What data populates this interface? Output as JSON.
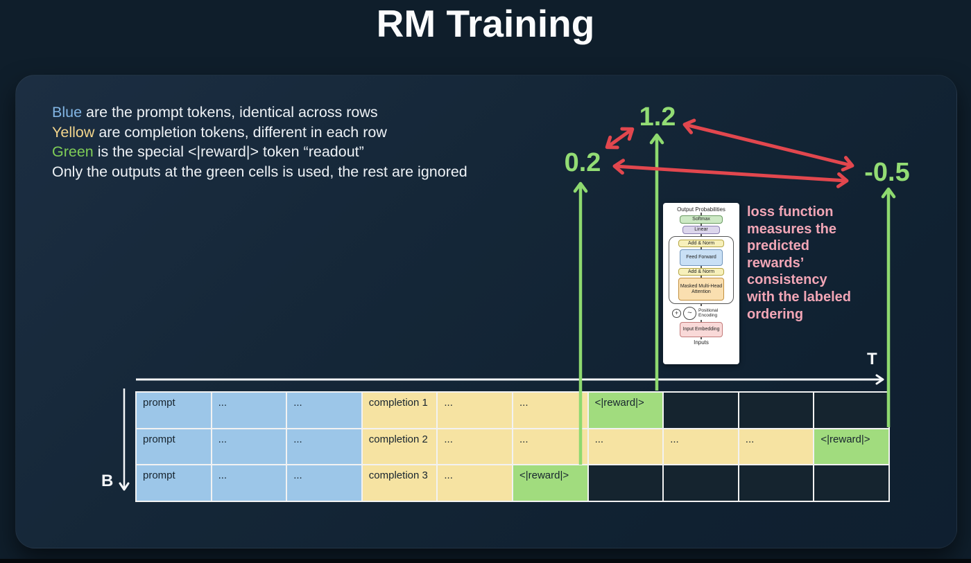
{
  "title": "RM Training",
  "legend": {
    "lines": [
      {
        "lead": "Blue",
        "color": "blue",
        "rest": " are the prompt tokens, identical across rows"
      },
      {
        "lead": "Yellow",
        "color": "yellow",
        "rest": " are completion tokens, different in each row"
      },
      {
        "lead": "Green",
        "color": "green",
        "rest": " is the special <|reward|> token “readout”"
      },
      {
        "lead": "",
        "color": "white",
        "rest": "Only the outputs at the green cells is used, the rest are ignored"
      }
    ]
  },
  "rewards": {
    "values": [
      "0.2",
      "1.2",
      "-0.5"
    ]
  },
  "loss_note": {
    "lines": [
      "loss function",
      "measures the",
      "predicted",
      "rewards’",
      "consistency",
      "with the labeled",
      "ordering"
    ]
  },
  "axes": {
    "t_label": "T",
    "b_label": "B"
  },
  "transformer": {
    "output_label": "Output Probabilities",
    "softmax": "Softmax",
    "linear": "Linear",
    "add_norm": "Add & Norm",
    "feed_forward": "Feed Forward",
    "masked_mha": "Masked Multi-Head Attention",
    "pos_encoding": "Positional Encoding",
    "input_embedding": "Input Embedding",
    "inputs": "Inputs",
    "plus_symbol": "+",
    "sine_symbol": "~"
  },
  "table": {
    "rows": [
      {
        "cells": [
          {
            "text": "prompt",
            "type": "blue"
          },
          {
            "text": "...",
            "type": "blue"
          },
          {
            "text": "...",
            "type": "blue"
          },
          {
            "text": "completion 1",
            "type": "yellow"
          },
          {
            "text": "...",
            "type": "yellow"
          },
          {
            "text": "...",
            "type": "yellow"
          },
          {
            "text": "<|reward|>",
            "type": "green"
          },
          {
            "text": "",
            "type": "empty"
          },
          {
            "text": "",
            "type": "empty"
          },
          {
            "text": "",
            "type": "empty"
          }
        ]
      },
      {
        "cells": [
          {
            "text": "prompt",
            "type": "blue"
          },
          {
            "text": "...",
            "type": "blue"
          },
          {
            "text": "...",
            "type": "blue"
          },
          {
            "text": "completion 2",
            "type": "yellow"
          },
          {
            "text": "...",
            "type": "yellow"
          },
          {
            "text": "...",
            "type": "yellow"
          },
          {
            "text": "...",
            "type": "yellow"
          },
          {
            "text": "...",
            "type": "yellow"
          },
          {
            "text": "...",
            "type": "yellow"
          },
          {
            "text": "<|reward|>",
            "type": "green"
          }
        ]
      },
      {
        "cells": [
          {
            "text": "prompt",
            "type": "blue"
          },
          {
            "text": "...",
            "type": "blue"
          },
          {
            "text": "...",
            "type": "blue"
          },
          {
            "text": "completion 3",
            "type": "yellow"
          },
          {
            "text": "...",
            "type": "yellow"
          },
          {
            "text": "<|reward|>",
            "type": "green"
          },
          {
            "text": "",
            "type": "empty"
          },
          {
            "text": "",
            "type": "empty"
          },
          {
            "text": "",
            "type": "empty"
          },
          {
            "text": "",
            "type": "empty"
          }
        ]
      }
    ]
  },
  "colors": {
    "background": "#0f1e2b",
    "panel": "#152738",
    "reward_green": "#93dc74",
    "arrow_green": "#8ed96f",
    "arrow_red": "#e2474e",
    "loss_pink": "#f2a6b6",
    "cell_blue": "#9cc6e8",
    "cell_yellow": "#f6e3a2",
    "cell_green": "#a1dc7e",
    "legend_blue": "#82b5e3",
    "legend_yellow": "#f3d58c",
    "legend_green": "#7fcd57",
    "axis_white": "#f5f7f9"
  }
}
